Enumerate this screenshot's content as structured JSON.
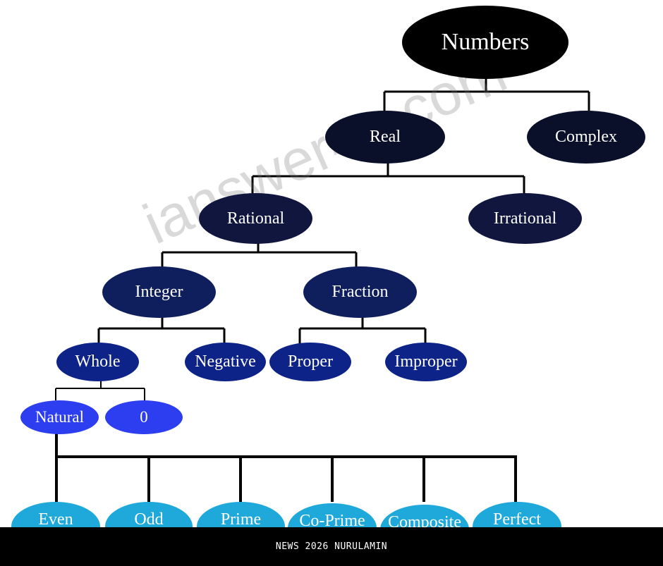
{
  "nodes": {
    "numbers": "Numbers",
    "real": "Real",
    "complex": "Complex",
    "rational": "Rational",
    "irrational": "Irrational",
    "integer": "Integer",
    "fraction": "Fraction",
    "whole": "Whole",
    "negative": "Negative",
    "proper": "Proper",
    "improper": "Improper",
    "natural": "Natural",
    "zero": "0",
    "even": "Even",
    "odd": "Odd",
    "prime": "Prime",
    "co_prime": "Co-Prime",
    "composite": "Composite",
    "perfect": "Perfect"
  },
  "watermark": "ianswer4u.com",
  "footer": "NEWS 2026 NURULAMIN"
}
